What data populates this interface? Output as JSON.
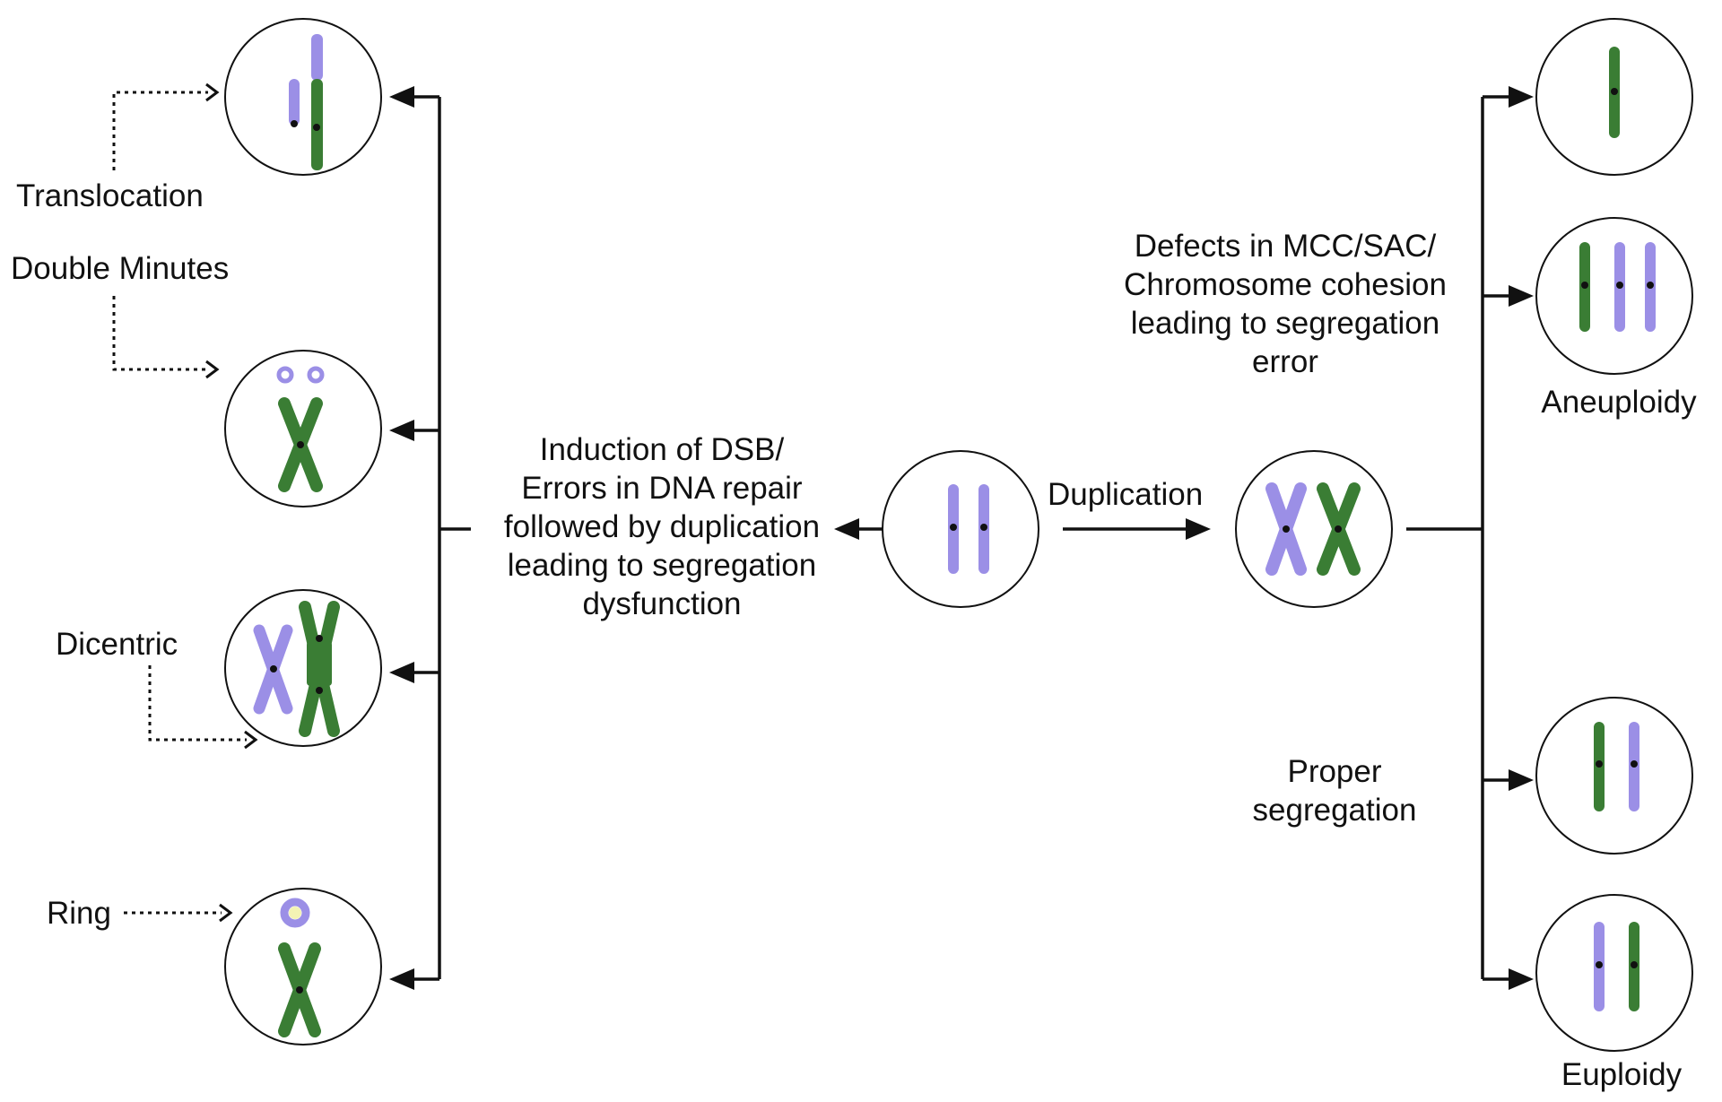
{
  "colors": {
    "purple": "#9b8fe6",
    "green": "#3a7d34",
    "ink": "#111111",
    "ring_center": "#f3f3b4"
  },
  "labels": {
    "translocation": "Translocation",
    "double_minutes": "Double Minutes",
    "dicentric": "Dicentric",
    "ring": "Ring",
    "dsb": [
      "Induction of DSB/",
      "Errors in DNA repair",
      "followed by duplication",
      "leading to segregation",
      "dysfunction"
    ],
    "duplication": "Duplication",
    "defects": [
      "Defects in MCC/SAC/",
      "Chromosome cohesion",
      "leading to segregation",
      "error"
    ],
    "aneuploidy": "Aneuploidy",
    "proper": [
      "Proper",
      "segregation"
    ],
    "euploidy": "Euploidy"
  }
}
